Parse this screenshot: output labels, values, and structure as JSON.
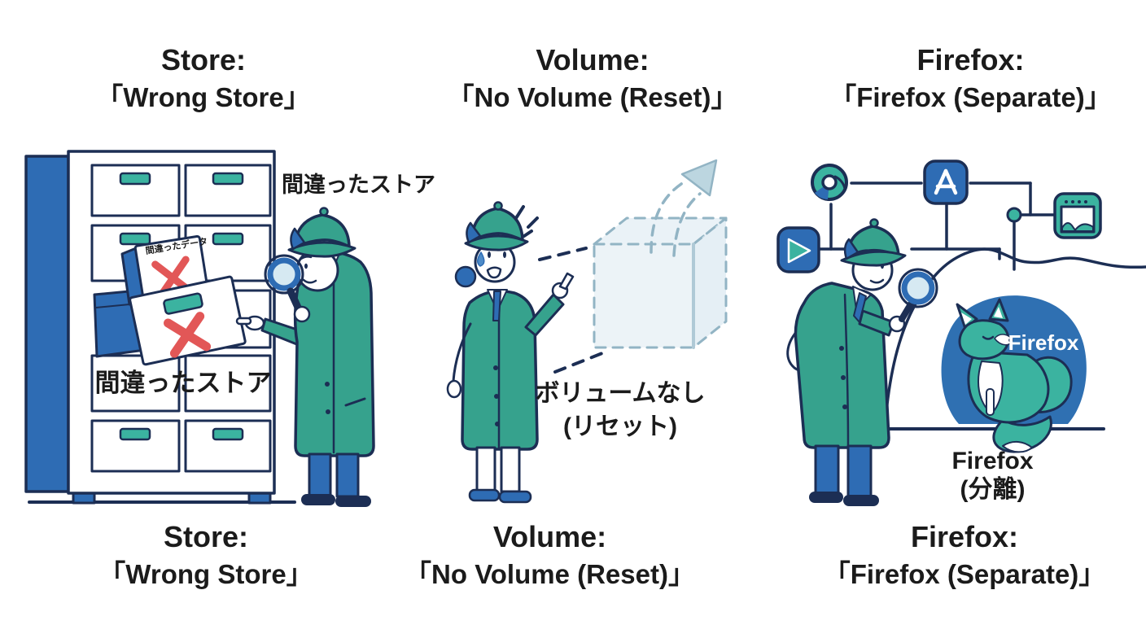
{
  "panels": [
    {
      "id": "store",
      "heading": {
        "line1": "Store:",
        "line2": "「Wrong Store」"
      },
      "caption": {
        "line1": "Store:",
        "line2": "「Wrong Store」"
      },
      "labels": {
        "floating": "間違ったストア",
        "drawer": "間違ったストア",
        "file_card": "間違ったデータ"
      }
    },
    {
      "id": "volume",
      "heading": {
        "line1": "Volume:",
        "line2": "「No Volume (Reset)」"
      },
      "caption": {
        "line1": "Volume:",
        "line2": "「No Volume (Reset)」"
      },
      "labels": {
        "cube_line1": "ボリュームなし",
        "cube_line2": "(リセット)"
      }
    },
    {
      "id": "firefox",
      "heading": {
        "line1": "Firefox:",
        "line2": "「Firefox (Separate)」"
      },
      "caption": {
        "line1": "Firefox:",
        "line2": "「Firefox (Separate)」"
      },
      "labels": {
        "cave": "Firefox",
        "below_line1": "Firefox",
        "below_line2": "(分離)"
      }
    }
  ],
  "icons": {
    "chrome": "chrome-browser-icon",
    "app_store": "app-store-icon",
    "google_play": "play-store-icon",
    "browser_window": "browser-window-icon",
    "magnifier": "magnifying-glass-icon",
    "error_mark": "red-x-icon",
    "fox": "firefox-fox-icon"
  },
  "colors": {
    "background": "#FFFFFF",
    "teal": "#36A28D",
    "teal_light": "#3BB3A0",
    "blue": "#2E6CB4",
    "navy": "#1C2E54",
    "red_x": "#E25757",
    "cube_fill": "#DCEAF1",
    "cube_stroke": "#92B4C4",
    "cave_blue": "#2F70B2",
    "text": "#1B1B1B"
  }
}
